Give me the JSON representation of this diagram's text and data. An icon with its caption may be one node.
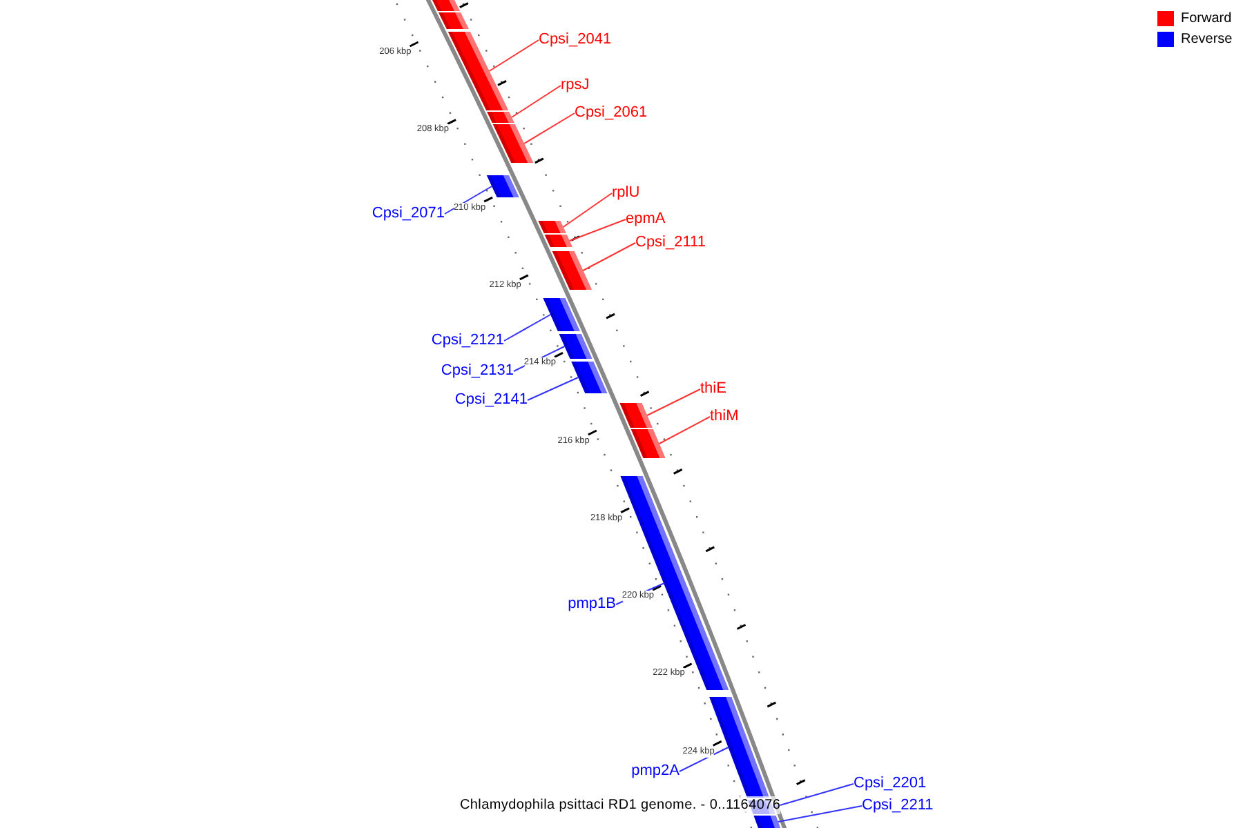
{
  "diagram": {
    "caption": "Chlamydophila psittaci RD1 genome. - 0..1164076",
    "nodes": [
      {
        "text": [
          "Cpsi_2041"
        ]
      },
      {
        "text": [
          "rpsJ"
        ]
      },
      {
        "text": [
          "Cpsi_2061"
        ]
      },
      {
        "text": [
          "Cpsi_2071"
        ]
      },
      {
        "text": [
          "rplU"
        ]
      },
      {
        "text": [
          "epmA"
        ]
      },
      {
        "text": [
          "Cpsi_2111"
        ]
      },
      {
        "text": [
          "Cpsi_2121"
        ]
      },
      {
        "text": [
          "Cpsi_2131"
        ]
      },
      {
        "text": [
          "Cpsi_2141"
        ]
      },
      {
        "text": [
          "thiE"
        ]
      },
      {
        "text": [
          "thiM"
        ]
      },
      {
        "text": [
          "pmp1B"
        ]
      },
      {
        "text": [
          "pmp2A"
        ]
      },
      {
        "text": [
          "Cpsi_2201"
        ]
      },
      {
        "text": [
          "Cpsi_2211"
        ]
      },
      {
        "text": [],
        "shape": "bar"
      },
      {
        "text": [],
        "shape": "bar"
      },
      {
        "text": [],
        "shape": "bar"
      },
      {
        "text": [],
        "shape": "bar"
      },
      {
        "text": [],
        "shape": "bar"
      },
      {
        "text": [],
        "shape": "bar"
      },
      {
        "text": [],
        "shape": "bar"
      },
      {
        "text": [],
        "shape": "bar"
      },
      {
        "text": [],
        "shape": "bar"
      },
      {
        "text": [],
        "shape": "bar"
      },
      {
        "text": [],
        "shape": "bar"
      },
      {
        "text": [],
        "shape": "bar"
      },
      {
        "text": [],
        "shape": "bar"
      },
      {
        "text": [],
        "shape": "bar"
      },
      {
        "text": [],
        "shape": "bar"
      },
      {
        "text": [],
        "shape": "bar"
      },
      {
        "text": [],
        "shape": "bar"
      },
      {
        "text": [],
        "shape": "bar"
      }
    ],
    "edges": [
      {
        "from": 0,
        "to": 18,
        "arrow": "none"
      },
      {
        "from": 1,
        "to": 19,
        "arrow": "none"
      },
      {
        "from": 2,
        "to": 20,
        "arrow": "none"
      },
      {
        "from": 3,
        "to": 21,
        "arrow": "none",
        "color": "#3333ff"
      },
      {
        "from": 4,
        "to": 22,
        "arrow": "none"
      },
      {
        "from": 5,
        "to": 23,
        "arrow": "none"
      },
      {
        "from": 6,
        "to": 24,
        "arrow": "none"
      },
      {
        "from": 7,
        "to": 25,
        "arrow": "none",
        "color": "#3333ff"
      },
      {
        "from": 8,
        "to": 26,
        "arrow": "none",
        "color": "#3333ff"
      },
      {
        "from": 9,
        "to": 27,
        "arrow": "none",
        "color": "#3333ff"
      },
      {
        "from": 10,
        "to": 28,
        "arrow": "none"
      },
      {
        "from": 11,
        "to": 29,
        "arrow": "none"
      },
      {
        "from": 12,
        "to": 30,
        "arrow": "none",
        "color": "#3333ff"
      },
      {
        "from": 13,
        "to": 31,
        "arrow": "none",
        "color": "#3333ff"
      },
      {
        "from": 14,
        "to": 32,
        "arrow": "none",
        "color": "#3333ff"
      },
      {
        "from": 15,
        "to": 33,
        "arrow": "none",
        "color": "#3333ff"
      }
    ],
    "labels": [
      "206 kbp",
      "208 kbp",
      "210 kbp",
      "212 kbp",
      "214 kbp",
      "216 kbp",
      "218 kbp",
      "220 kbp",
      "222 kbp",
      "224 kbp"
    ],
    "legend": [
      {
        "text": "Forward",
        "color": "#ff0000"
      },
      {
        "text": "Reverse",
        "color": "#0000ff"
      }
    ]
  }
}
